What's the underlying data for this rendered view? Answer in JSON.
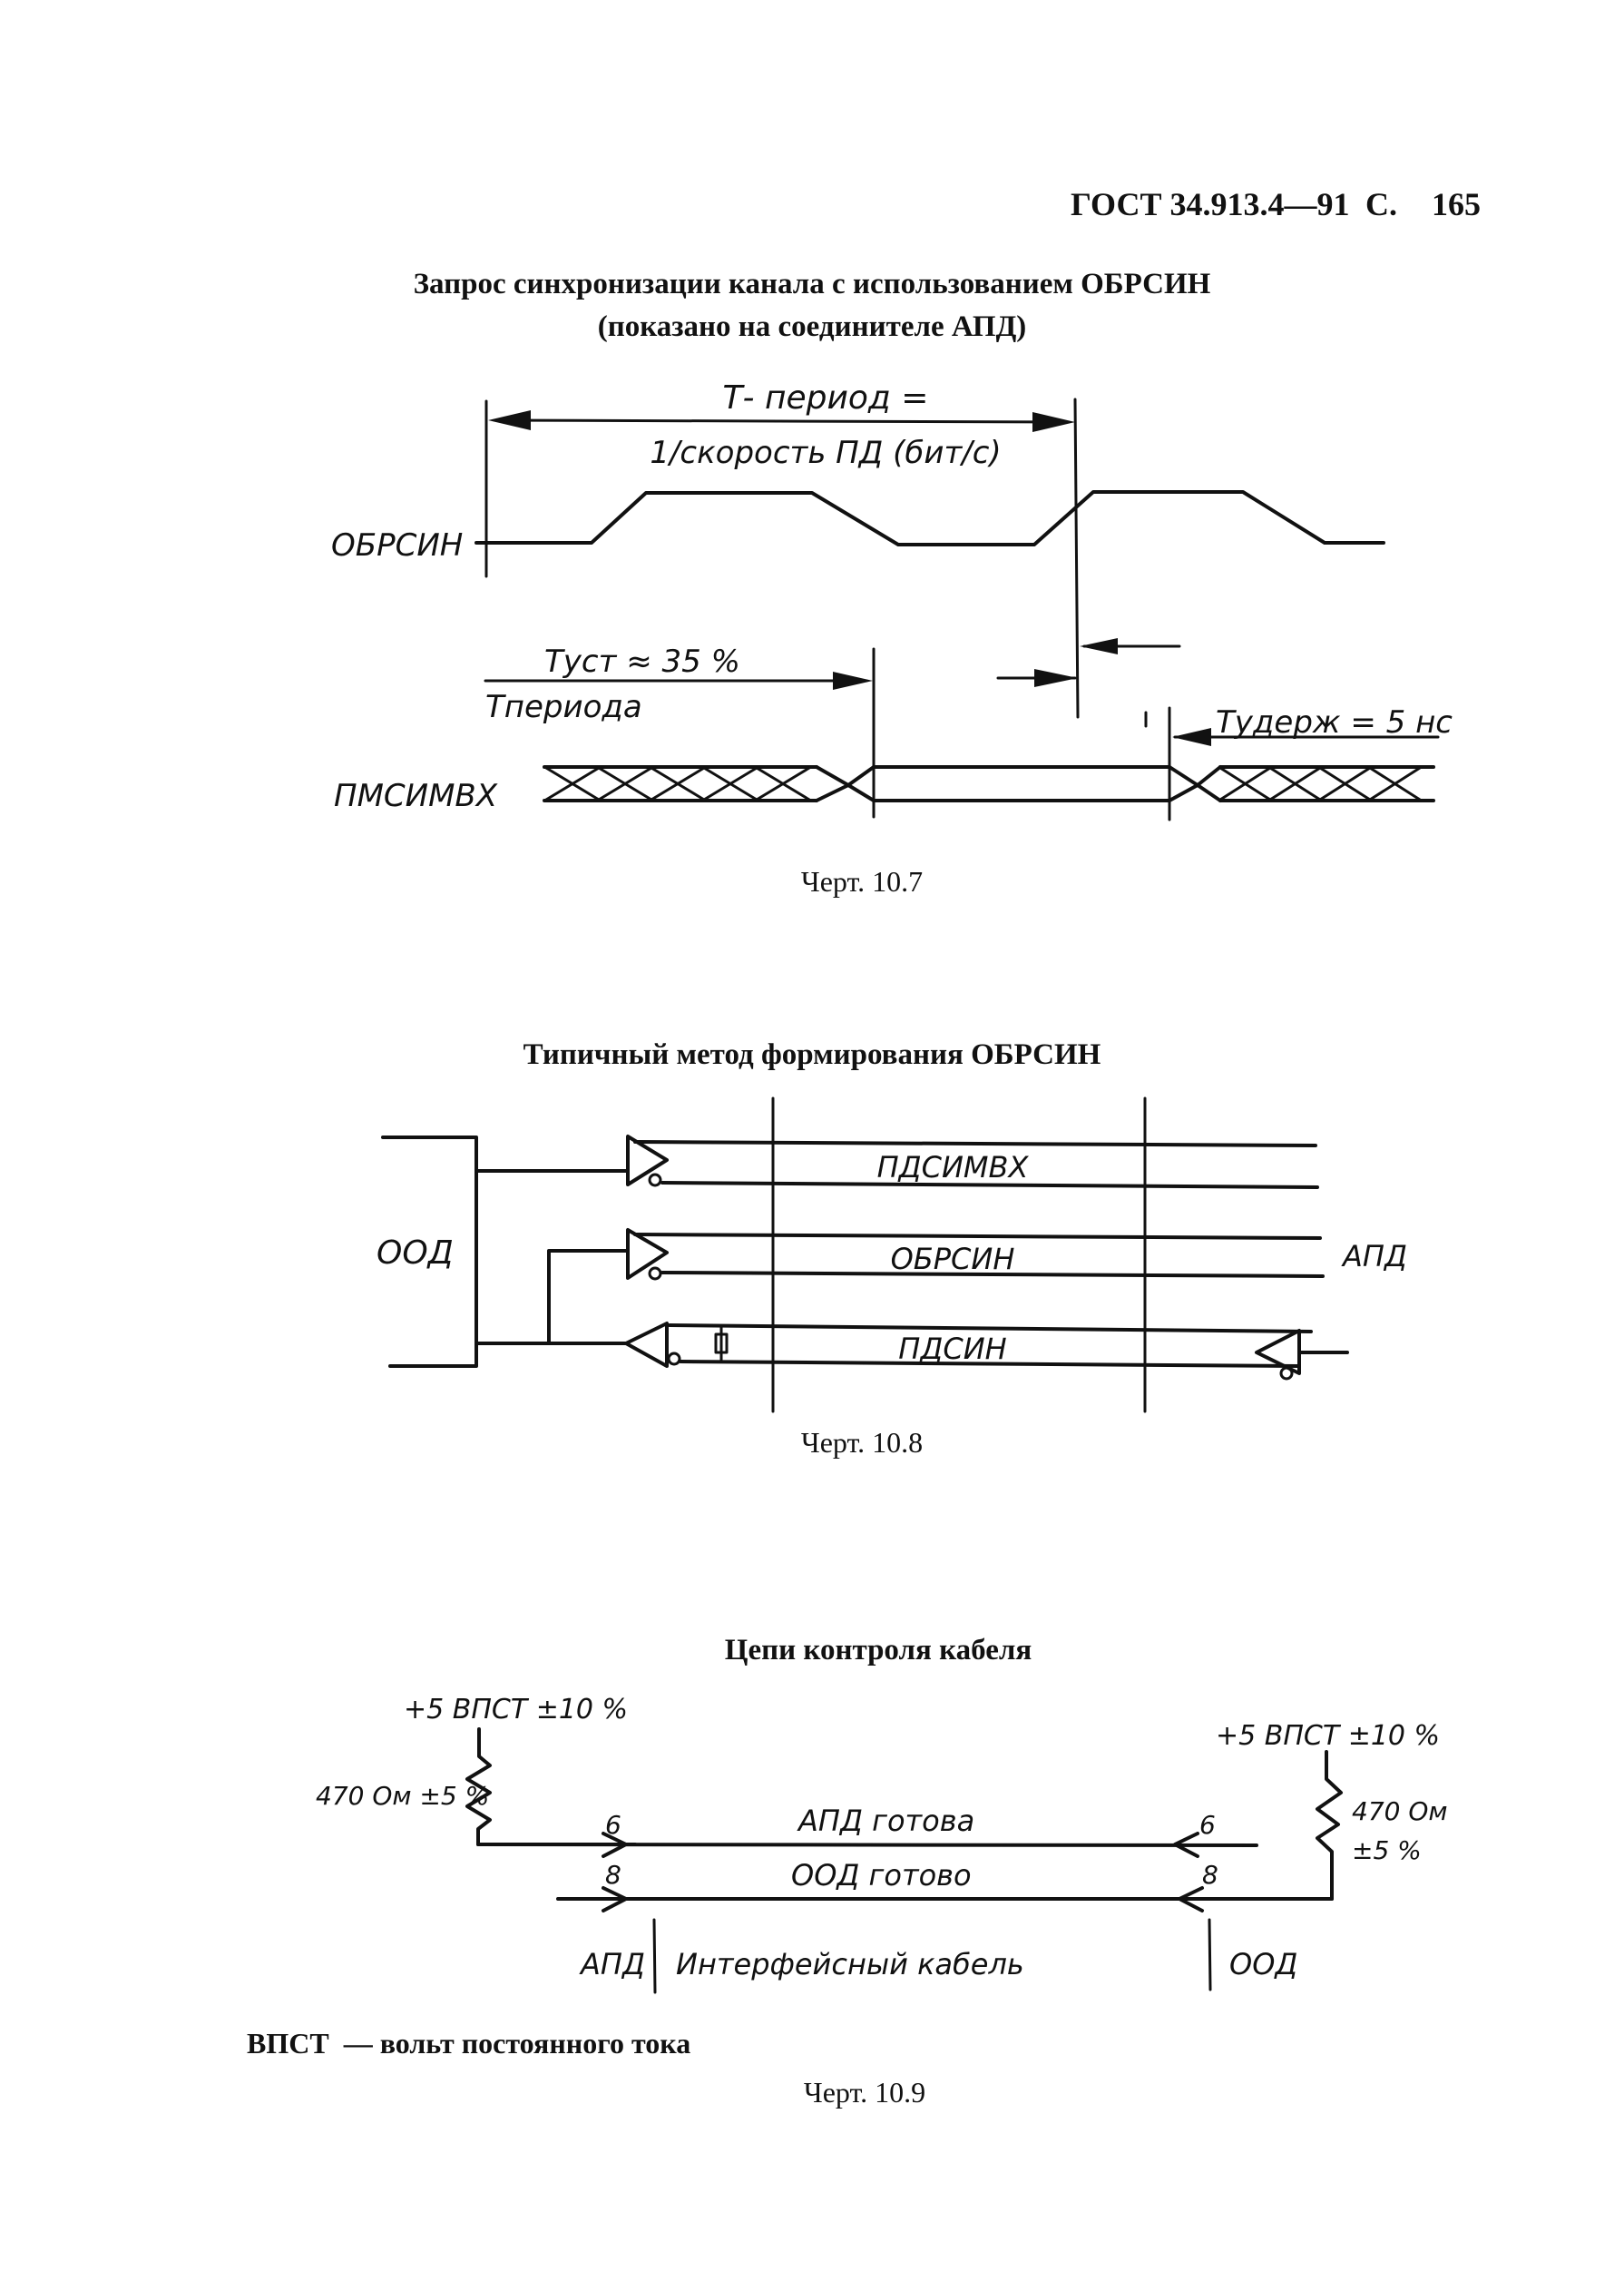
{
  "header": {
    "standard": "ГОСТ 34.913.4—91",
    "page_prefix": "С.",
    "page_number": "165"
  },
  "figure_10_7": {
    "title_line1": "Запрос синхронизации канала с использованием ОБРСИН",
    "title_line2": "(показано на соединителе АПД)",
    "period_label_top": "Т- период =",
    "period_label_bottom": "1/скорость ПД (бит/с)",
    "signal_obrsin": "ОБРСИН",
    "signal_pmsimvx": "ПМСИМВХ",
    "setup_numerator": "Туст ≈ 35 %",
    "setup_denominator": "Тпериода",
    "hold_label": "Тудерж = 5 нс",
    "caption": "Черт. 10.7"
  },
  "figure_10_8": {
    "title": "Типичный метод формирования ОБРСИН",
    "left_block": "ООД",
    "right_block": "АПД",
    "lines": [
      "ПДСИМВХ",
      "ОБРСИН",
      "ПДСИН"
    ],
    "caption": "Черт. 10.8"
  },
  "figure_10_9": {
    "title": "Цепи контроля кабеля",
    "left_supply": "+5 ВПСТ ±10 %",
    "right_supply": "+5 ВПСТ ±10 %",
    "left_resistor": "470 Ом ±5 %",
    "right_resistor_line1": "470 Ом",
    "right_resistor_line2": "±5 %",
    "pin_top": "6",
    "pin_bottom": "8",
    "line_top": "АПД готова",
    "line_bottom": "ООД готово",
    "section_left": "АПД",
    "section_middle": "Интерфейсный кабель",
    "section_right": "ООД",
    "caption": "Черт. 10.9"
  },
  "footnote": {
    "term": "ВПСТ",
    "definition": "— вольт постоянного тока"
  }
}
